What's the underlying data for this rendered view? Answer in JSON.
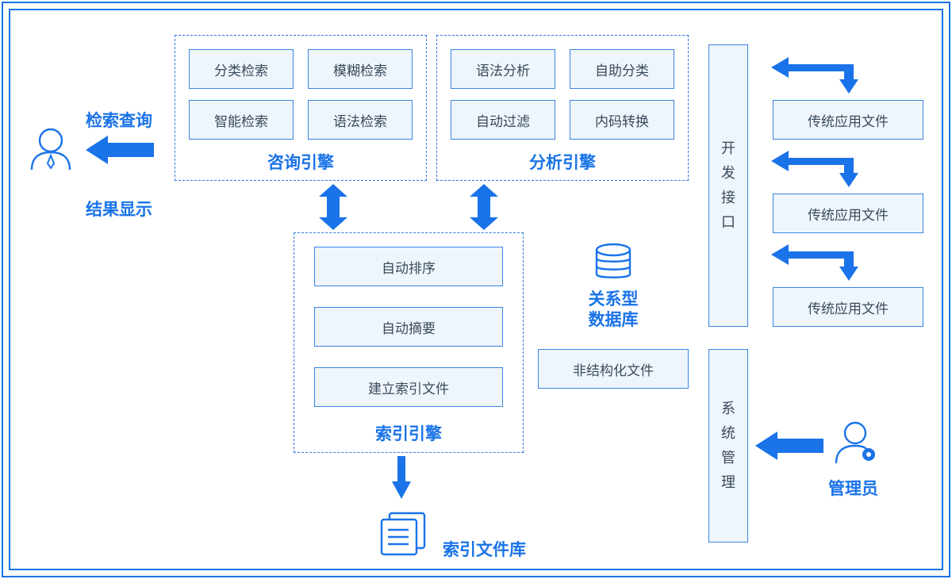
{
  "user": {
    "search_label": "检索查询",
    "result_label": "结果显示"
  },
  "query_engine": {
    "title": "咨询引擎",
    "items": [
      "分类检索",
      "模糊检索",
      "智能检索",
      "语法检索"
    ]
  },
  "analysis_engine": {
    "title": "分析引擎",
    "items": [
      "语法分析",
      "自助分类",
      "自动过滤",
      "内码转换"
    ]
  },
  "index_engine": {
    "title": "索引引擎",
    "items": [
      "自动排序",
      "自动摘要",
      "建立索引文件"
    ]
  },
  "index_library": {
    "label": "索引文件库"
  },
  "database": {
    "line1": "关系型",
    "line2": "数据库"
  },
  "unstructured": {
    "label": "非结构化文件"
  },
  "dev_interface": {
    "chars": [
      "开",
      "发",
      "接",
      "口"
    ]
  },
  "sys_mgmt": {
    "chars": [
      "系",
      "统",
      "管",
      "理"
    ]
  },
  "legacy_files": [
    "传统应用文件",
    "传统应用文件",
    "传统应用文件"
  ],
  "admin": {
    "label": "管理员"
  },
  "colors": {
    "accent": "#1a73e8",
    "box_fill": "#eef5fd",
    "box_border": "#3b84e4"
  }
}
